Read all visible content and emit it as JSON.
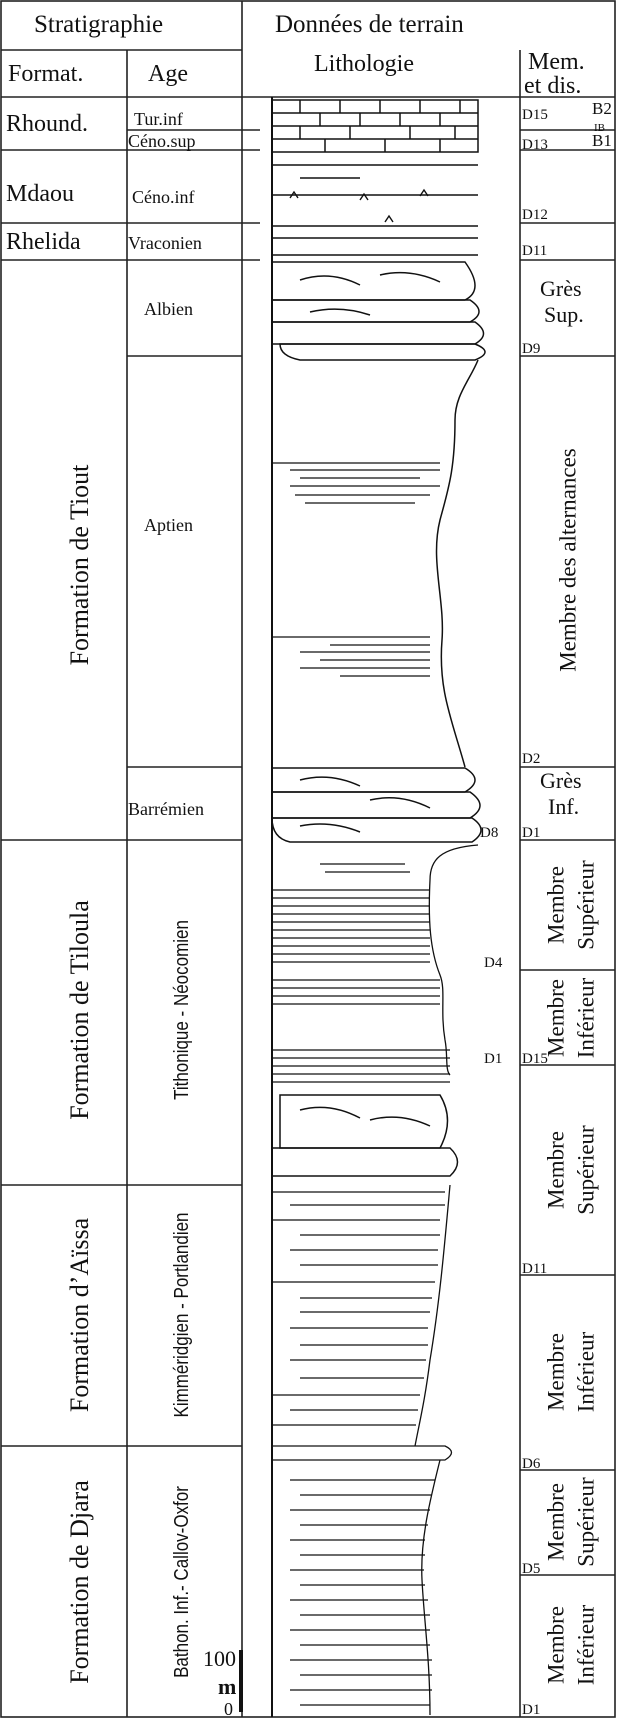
{
  "header": {
    "stratigraphie": "Stratigraphie",
    "donnees": "Données de terrain",
    "format": "Format.",
    "age": "Age",
    "lithologie": "Lithologie",
    "mem_line1": "Mem.",
    "mem_line2": "et dis."
  },
  "formations": [
    {
      "label": "Rhound."
    },
    {
      "label": "Mdaou"
    },
    {
      "label": "Rhelida"
    },
    {
      "label": "Formation  de  Tiout"
    },
    {
      "label": "Formation de Tiloula"
    },
    {
      "label": "Formation   d’Aïssa"
    },
    {
      "label": "Formation de Djara"
    }
  ],
  "ages": [
    {
      "label": "Tur.inf"
    },
    {
      "label": "Céno.sup"
    },
    {
      "label": "Céno.inf"
    },
    {
      "label": "Vraconien"
    },
    {
      "label": "Albien"
    },
    {
      "label": "Aptien"
    },
    {
      "label": "Barrémien"
    },
    {
      "label": "Tithonique - Néocomien"
    },
    {
      "label": "Kimméridgien - Portlandien"
    },
    {
      "label": "Bathon. Inf.- Callov-Oxfor"
    }
  ],
  "discontinuities": [
    {
      "label": "D15"
    },
    {
      "label": "B2"
    },
    {
      "label": "IB"
    },
    {
      "label": "D13"
    },
    {
      "label": "B1"
    },
    {
      "label": "D12"
    },
    {
      "label": "D11"
    },
    {
      "label": "D9"
    },
    {
      "label": "D2"
    },
    {
      "label": "D1"
    },
    {
      "label": "D8"
    },
    {
      "label": "D4"
    },
    {
      "label": "D1"
    },
    {
      "label": "D15"
    },
    {
      "label": "D11"
    },
    {
      "label": "D6"
    },
    {
      "label": "D5"
    },
    {
      "label": "D1"
    }
  ],
  "members": {
    "gres_sup_1": "Grès",
    "gres_sup_2": "Sup.",
    "alternances": "Membre des alternances",
    "gres_inf_1": "Grès",
    "gres_inf_2": "Inf.",
    "membre": "Membre",
    "superieur": "Supérieur",
    "inferieur": "Inférieur"
  },
  "scale": {
    "value": "100",
    "unit": "m",
    "zero": "0"
  }
}
